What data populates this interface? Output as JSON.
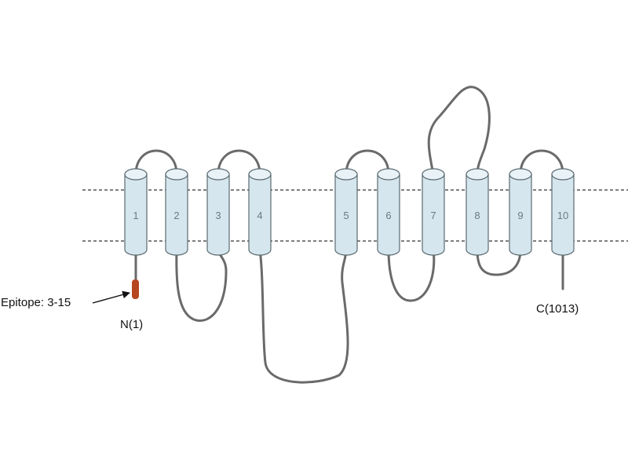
{
  "helices": [
    {
      "label": "1"
    },
    {
      "label": "2"
    },
    {
      "label": "3"
    },
    {
      "label": "4"
    },
    {
      "label": "5"
    },
    {
      "label": "6"
    },
    {
      "label": "7"
    },
    {
      "label": "8"
    },
    {
      "label": "9"
    },
    {
      "label": "10"
    }
  ],
  "labels": {
    "n_terminus": "N(1)",
    "c_terminus": "C(1013)",
    "epitope": "Epitope: 3-15"
  },
  "colors": {
    "helix_fill": "#d6e6ee",
    "helix_cap": "#e8f2f7",
    "helix_stroke": "#5a6a70",
    "loop": "#6a6a6a",
    "epitope": "#b5461f",
    "membrane": "#555555"
  }
}
